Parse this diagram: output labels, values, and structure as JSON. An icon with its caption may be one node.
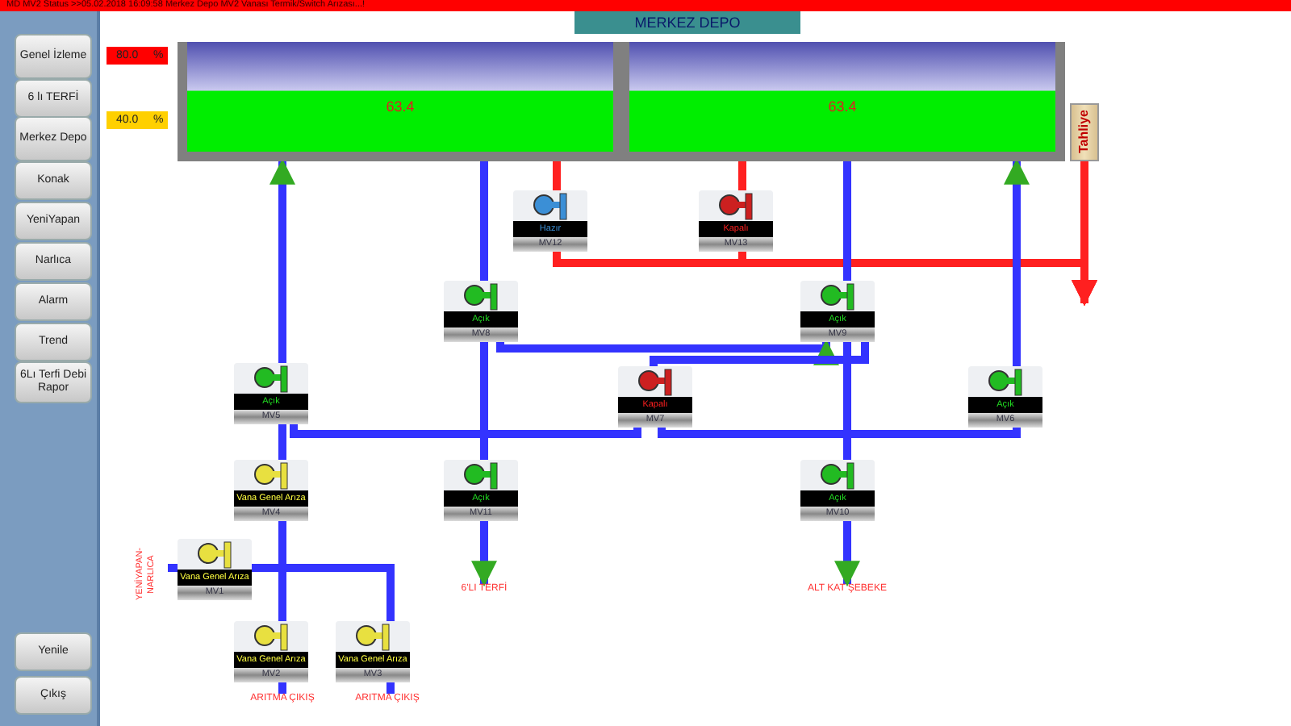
{
  "diagram": {
    "title": "MERKEZ DEPO",
    "nodes": [
      {
        "text": [
          "63.4"
        ]
      },
      {
        "text": [
          "63.4"
        ]
      },
      {
        "text": [
          "Tahliye"
        ]
      },
      {
        "text": [
          "Hazır",
          "MV12"
        ]
      },
      {
        "text": [
          "Kapalı",
          "MV13"
        ]
      },
      {
        "text": [
          "Açık",
          "MV8"
        ]
      },
      {
        "text": [
          "Açık",
          "MV9"
        ]
      },
      {
        "text": [
          "Açık",
          "MV5"
        ]
      },
      {
        "text": [
          "Kapalı",
          "MV7"
        ]
      },
      {
        "text": [
          "Açık",
          "MV6"
        ]
      },
      {
        "text": [
          "Vana Genel Arıza",
          "MV4"
        ]
      },
      {
        "text": [
          "Açık",
          "MV11"
        ]
      },
      {
        "text": [
          "Açık",
          "MV10"
        ]
      },
      {
        "text": [
          "YENİYAPAN-NARLICA"
        ]
      },
      {
        "text": [
          "Vana Genel Arıza",
          "MV1"
        ]
      },
      {
        "text": [
          "Vana Genel Arıza",
          "MV2"
        ]
      },
      {
        "text": [
          "Vana Genel Arıza",
          "MV3"
        ]
      },
      {
        "text": [
          "6'LI TERFİ"
        ]
      },
      {
        "text": [
          "ALT KAT ŞEBEKE"
        ]
      },
      {
        "text": [
          "ARITMA ÇIKIŞ"
        ]
      },
      {
        "text": [
          "ARITMA ÇIKIŞ"
        ]
      }
    ],
    "edges": [
      {
        "from": 0,
        "to": 3,
        "arrow": "none",
        "color": "#ff2020"
      },
      {
        "from": 3,
        "to": null,
        "arrow": "to",
        "color": "#ff2020"
      },
      {
        "from": 1,
        "to": 4,
        "arrow": "none",
        "color": "#ff2020"
      },
      {
        "from": 4,
        "to": null,
        "arrow": "to",
        "color": "#ff2020"
      },
      {
        "from": 2,
        "to": null,
        "arrow": "to",
        "color": "#ff2020"
      },
      {
        "from": 0,
        "to": 5,
        "arrow": "none"
      },
      {
        "from": 5,
        "to": 11,
        "arrow": "none"
      },
      {
        "from": 11,
        "to": 17,
        "arrow": "to"
      },
      {
        "from": 1,
        "to": 6,
        "arrow": "none"
      },
      {
        "from": 6,
        "to": 12,
        "arrow": "none"
      },
      {
        "from": 12,
        "to": 18,
        "arrow": "to"
      },
      {
        "from": 5,
        "to": 6,
        "arrow": "to"
      },
      {
        "from": 6,
        "to": 8,
        "arrow": "none"
      },
      {
        "from": 8,
        "to": 9,
        "arrow": "none"
      },
      {
        "from": 7,
        "to": 8,
        "arrow": "none"
      },
      {
        "from": 9,
        "to": 1,
        "arrow": "to"
      },
      {
        "from": 7,
        "to": 0,
        "arrow": "to"
      },
      {
        "from": 7,
        "to": 10,
        "arrow": "none"
      },
      {
        "from": 10,
        "to": 15,
        "arrow": "none"
      },
      {
        "from": 15,
        "to": 19,
        "arrow": "none"
      },
      {
        "from": 13,
        "to": 14,
        "arrow": "none"
      },
      {
        "from": 14,
        "to": 16,
        "arrow": "none"
      },
      {
        "from": 16,
        "to": 20,
        "arrow": "none"
      }
    ],
    "labels": [
      "MD MV2 Status >>05.02.2018 16:09:58 Merkez Depo MV2 Vanası Termik/Switch Arızası...!",
      "Genel İzleme",
      "6 lı TERFİ",
      "Merkez Depo",
      "Konak",
      "YeniYapan",
      "Narlıca",
      "Alarm",
      "Trend",
      "6Lı Terfi Debi Rapor",
      "80.0",
      "%",
      "40.0",
      "%",
      "Yenile",
      "Çıkış"
    ]
  }
}
